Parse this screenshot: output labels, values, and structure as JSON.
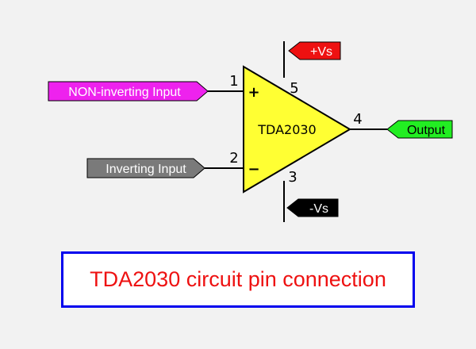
{
  "chip": {
    "name": "TDA2030",
    "plus_sign": "+",
    "minus_sign": "−",
    "fill_color": "#ffff33"
  },
  "pins": {
    "non_inverting": "1",
    "inverting": "2",
    "negative_supply": "3",
    "output": "4",
    "positive_supply": "5"
  },
  "tags": {
    "non_inverting_input": {
      "label": "NON-inverting Input",
      "color": "#ee22ee",
      "text_color": "#ffffff"
    },
    "inverting_input": {
      "label": "Inverting Input",
      "color": "#7a7a7a",
      "text_color": "#ffffff"
    },
    "positive_supply": {
      "label": "+Vs",
      "color": "#ee1111",
      "text_color": "#ffffff"
    },
    "negative_supply": {
      "label": "-Vs",
      "color": "#000000",
      "text_color": "#ffffff"
    },
    "output": {
      "label": "Output",
      "color": "#22ee22",
      "text_color": "#000000"
    }
  },
  "caption": {
    "text": "TDA2030 circuit pin connection",
    "color": "#ee1111",
    "border_color": "#0000ee"
  }
}
